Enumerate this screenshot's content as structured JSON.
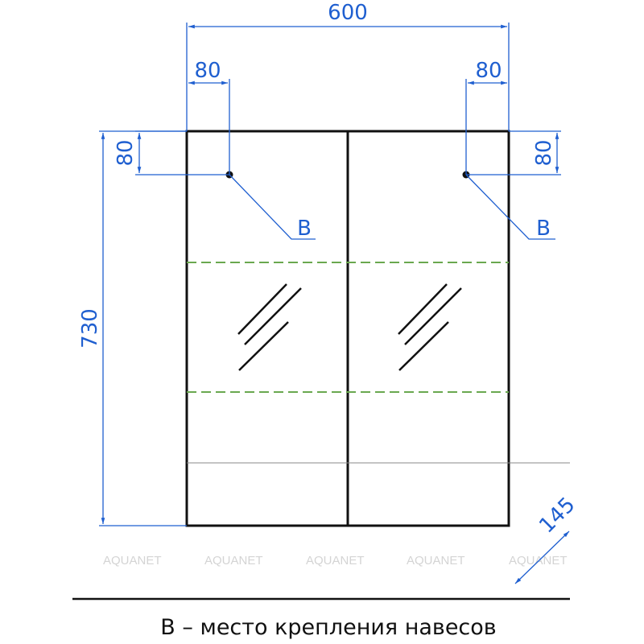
{
  "dimensions": {
    "width": "600",
    "left_hole_offset_x": "80",
    "right_hole_offset_x": "80",
    "left_hole_offset_y": "80",
    "right_hole_offset_y": "80",
    "height": "730",
    "depth": "145"
  },
  "labels": {
    "left_hole": "B",
    "right_hole": "B"
  },
  "watermark": "AQUANET",
  "caption": "B – место крепления навесов",
  "colors": {
    "dimension": "#1f5fd0",
    "outline": "#111111",
    "shelf": "#6aa84f",
    "watermark": "#d4d4d4"
  }
}
